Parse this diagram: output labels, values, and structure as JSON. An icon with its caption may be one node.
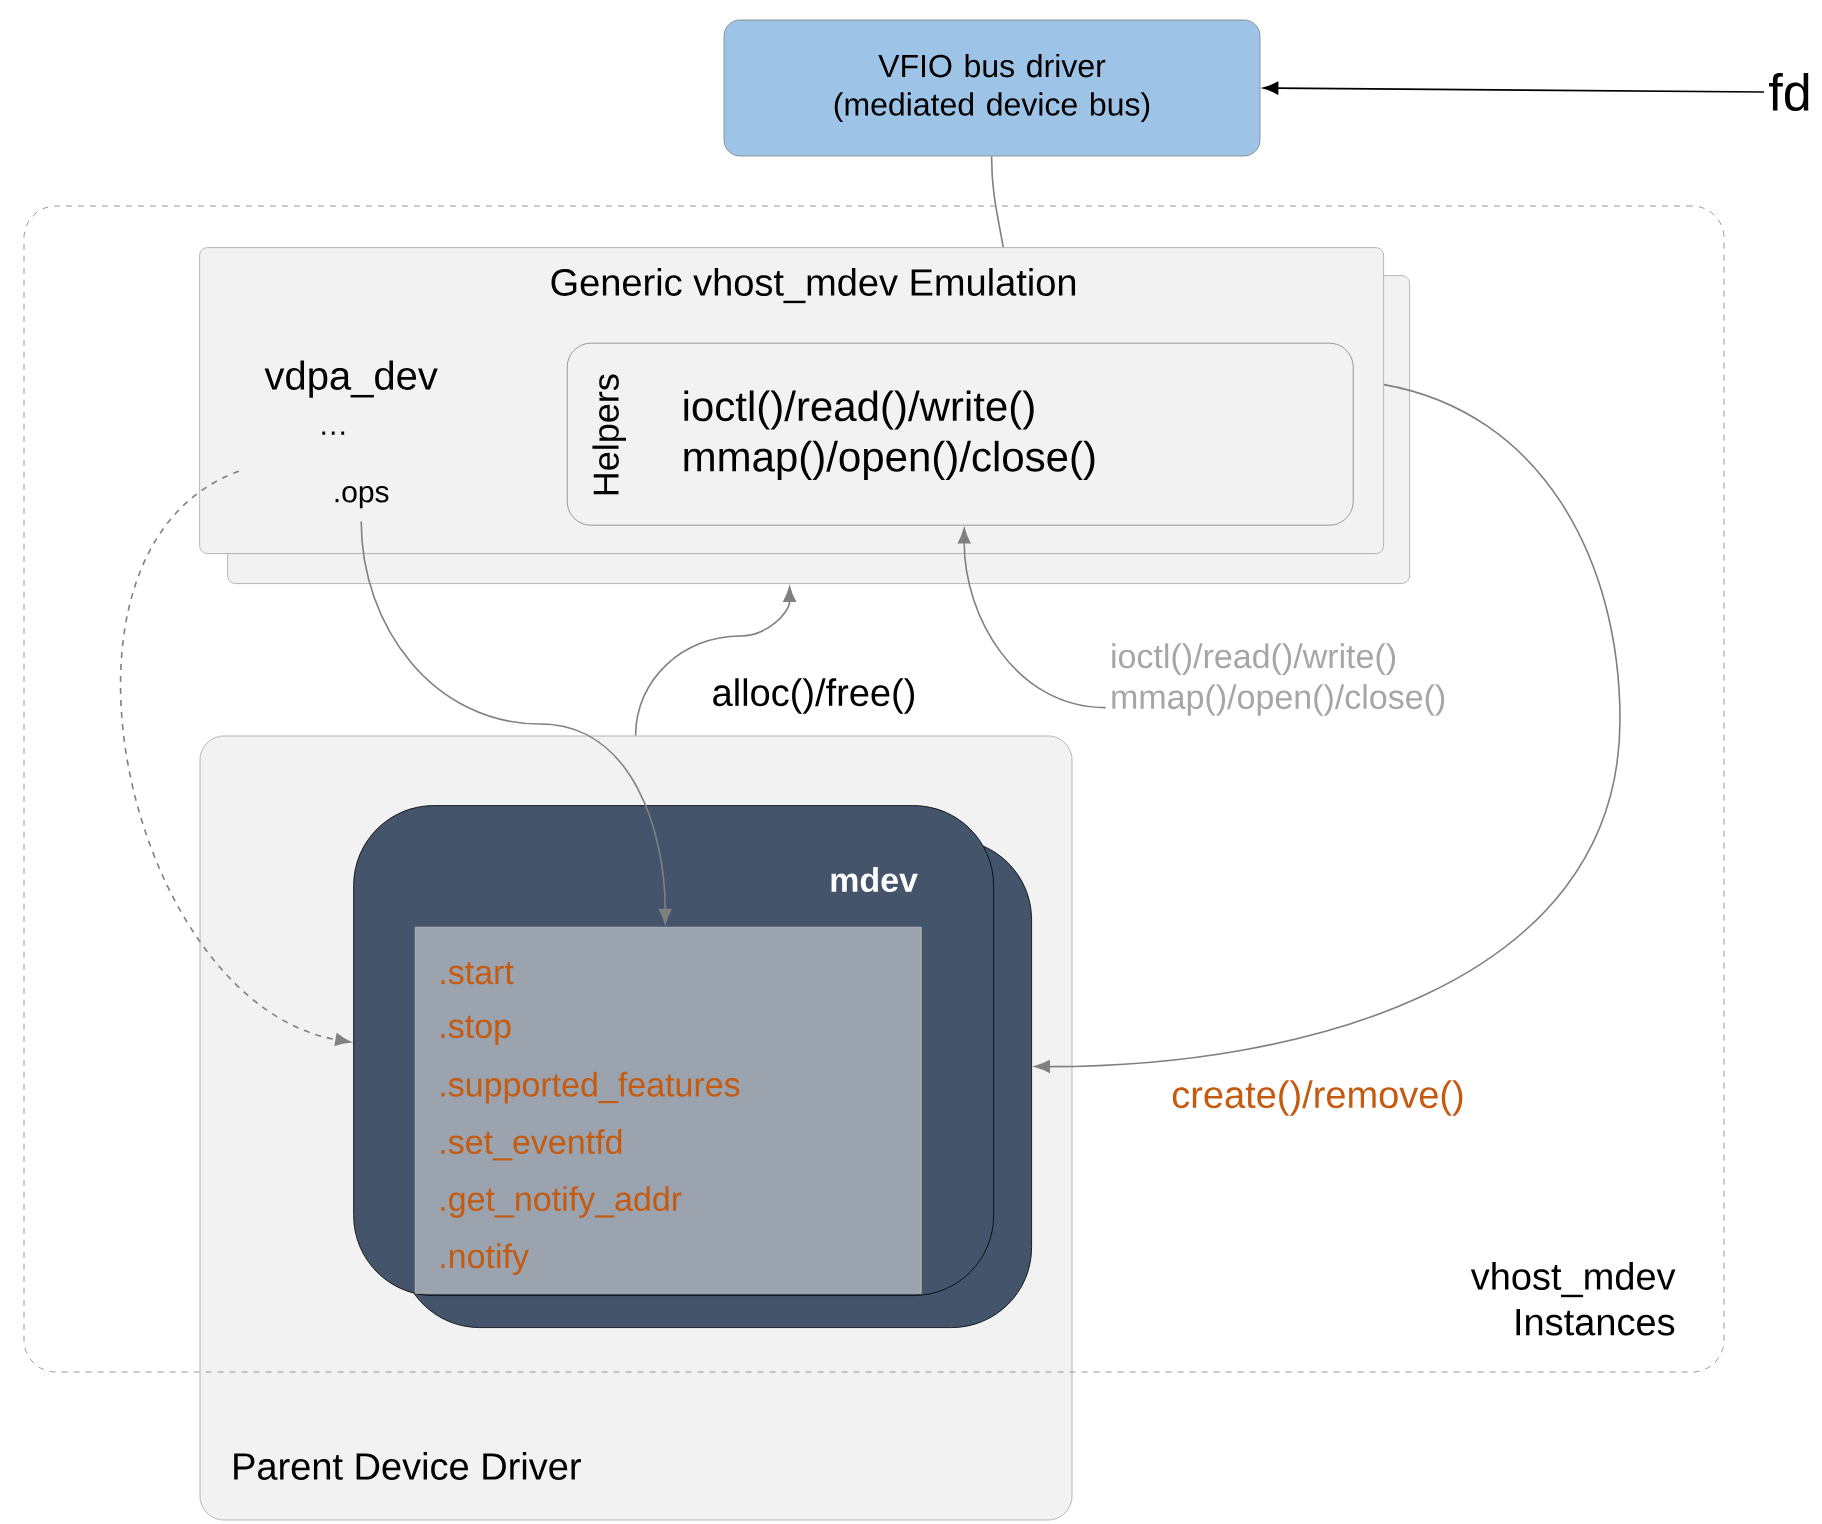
{
  "diagram": {
    "nodes": [
      {
        "text": [
          "VFIO bus driver (mediated device bus)"
        ]
      },
      {
        "text": [
          "fd"
        ]
      },
      {
        "text": [
          "vhost_mdev Instances"
        ]
      },
      {
        "text": [
          "Generic vhost_mdev Emulation"
        ],
        "in": 2
      },
      {
        "text": [
          "vdpa_dev",
          "…",
          ".ops"
        ],
        "in": 3
      },
      {
        "text": [
          "Helpers",
          "ioctl()/read()/write() mmap()/open()/close()"
        ],
        "in": 3
      },
      {
        "text": [
          "Parent Device Driver"
        ]
      },
      {
        "text": [
          "mdev"
        ],
        "in": 6
      },
      {
        "text": [
          ".start",
          ".stop",
          ".supported_features",
          ".set_eventfd",
          ".get_notify_addr",
          ".notify"
        ],
        "in": 7
      },
      {
        "text": [
          "ioctl()/read()/write() mmap()/open()/close()"
        ],
        "in": 2
      }
    ],
    "edges": [
      {
        "from": 1,
        "to": 0,
        "arrow": "to",
        "color": "#000000"
      },
      {
        "from": 0,
        "to": 3,
        "arrow": "none"
      },
      {
        "from": 4,
        "to": 8,
        "arrow": "to"
      },
      {
        "from": 6,
        "to": 3,
        "arrow": "to",
        "label": "alloc()/free()"
      },
      {
        "from": 9,
        "to": 5,
        "arrow": "to"
      },
      {
        "from": 3,
        "to": 7,
        "arrow": "to",
        "label": "create()/remove()"
      },
      {
        "from": 4,
        "to": 7,
        "arrow": "to",
        "style": "dashed"
      }
    ]
  }
}
